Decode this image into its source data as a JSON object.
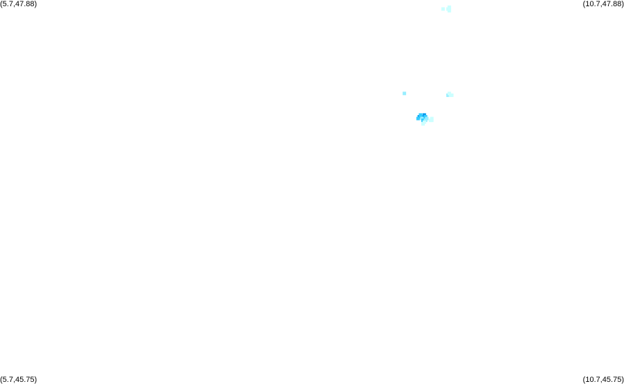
{
  "map": {
    "corners": {
      "top_left": "(5.7,47.88)",
      "top_right": "(10.7,47.88)",
      "bottom_left": "(5.7,45.75)",
      "bottom_right": "(10.7,45.75)"
    },
    "extent": {
      "lon_min": 5.7,
      "lon_max": 10.7,
      "lat_min": 45.75,
      "lat_max": 47.88
    },
    "colors": {
      "background": "#ffffff",
      "light_cyan": "#ccffff",
      "cyan": "#99eeff",
      "sky_blue": "#33ccff",
      "blue": "#0099ee"
    },
    "points": [
      {
        "lon": 9.25,
        "lat": 47.83,
        "color": "#ccffff"
      },
      {
        "lon": 9.3,
        "lat": 47.84,
        "color": "#ccffff"
      },
      {
        "lon": 9.3,
        "lat": 47.82,
        "color": "#ccffff"
      },
      {
        "lon": 9.29,
        "lat": 47.83,
        "color": "#ccffff"
      },
      {
        "lon": 9.3,
        "lat": 47.83,
        "color": "#ccffff"
      },
      {
        "lon": 9.29,
        "lat": 47.35,
        "color": "#99eeff"
      },
      {
        "lon": 9.3,
        "lat": 47.36,
        "color": "#ccffff"
      },
      {
        "lon": 9.31,
        "lat": 47.35,
        "color": "#ccffff"
      },
      {
        "lon": 9.32,
        "lat": 47.35,
        "color": "#ccffff"
      },
      {
        "lon": 8.94,
        "lat": 47.36,
        "color": "#99eeff"
      },
      {
        "lon": 9.06,
        "lat": 47.23,
        "color": "#0099ee"
      },
      {
        "lon": 9.05,
        "lat": 47.22,
        "color": "#33ccff"
      },
      {
        "lon": 9.07,
        "lat": 47.24,
        "color": "#33ccff"
      },
      {
        "lon": 9.09,
        "lat": 47.23,
        "color": "#33ccff"
      },
      {
        "lon": 9.1,
        "lat": 47.24,
        "color": "#0099ee"
      },
      {
        "lon": 9.11,
        "lat": 47.23,
        "color": "#33ccff"
      },
      {
        "lon": 9.1,
        "lat": 47.22,
        "color": "#33ccff"
      },
      {
        "lon": 9.08,
        "lat": 47.22,
        "color": "#99eeff"
      },
      {
        "lon": 9.09,
        "lat": 47.21,
        "color": "#33ccff"
      },
      {
        "lon": 9.11,
        "lat": 47.21,
        "color": "#99eeff"
      },
      {
        "lon": 9.12,
        "lat": 47.22,
        "color": "#99eeff"
      },
      {
        "lon": 9.1,
        "lat": 47.2,
        "color": "#ccffff"
      },
      {
        "lon": 9.09,
        "lat": 47.19,
        "color": "#ccffff"
      },
      {
        "lon": 9.15,
        "lat": 47.21,
        "color": "#ccffff"
      },
      {
        "lon": 9.16,
        "lat": 47.22,
        "color": "#ccffff"
      },
      {
        "lon": 9.16,
        "lat": 47.21,
        "color": "#ccffff"
      }
    ]
  }
}
